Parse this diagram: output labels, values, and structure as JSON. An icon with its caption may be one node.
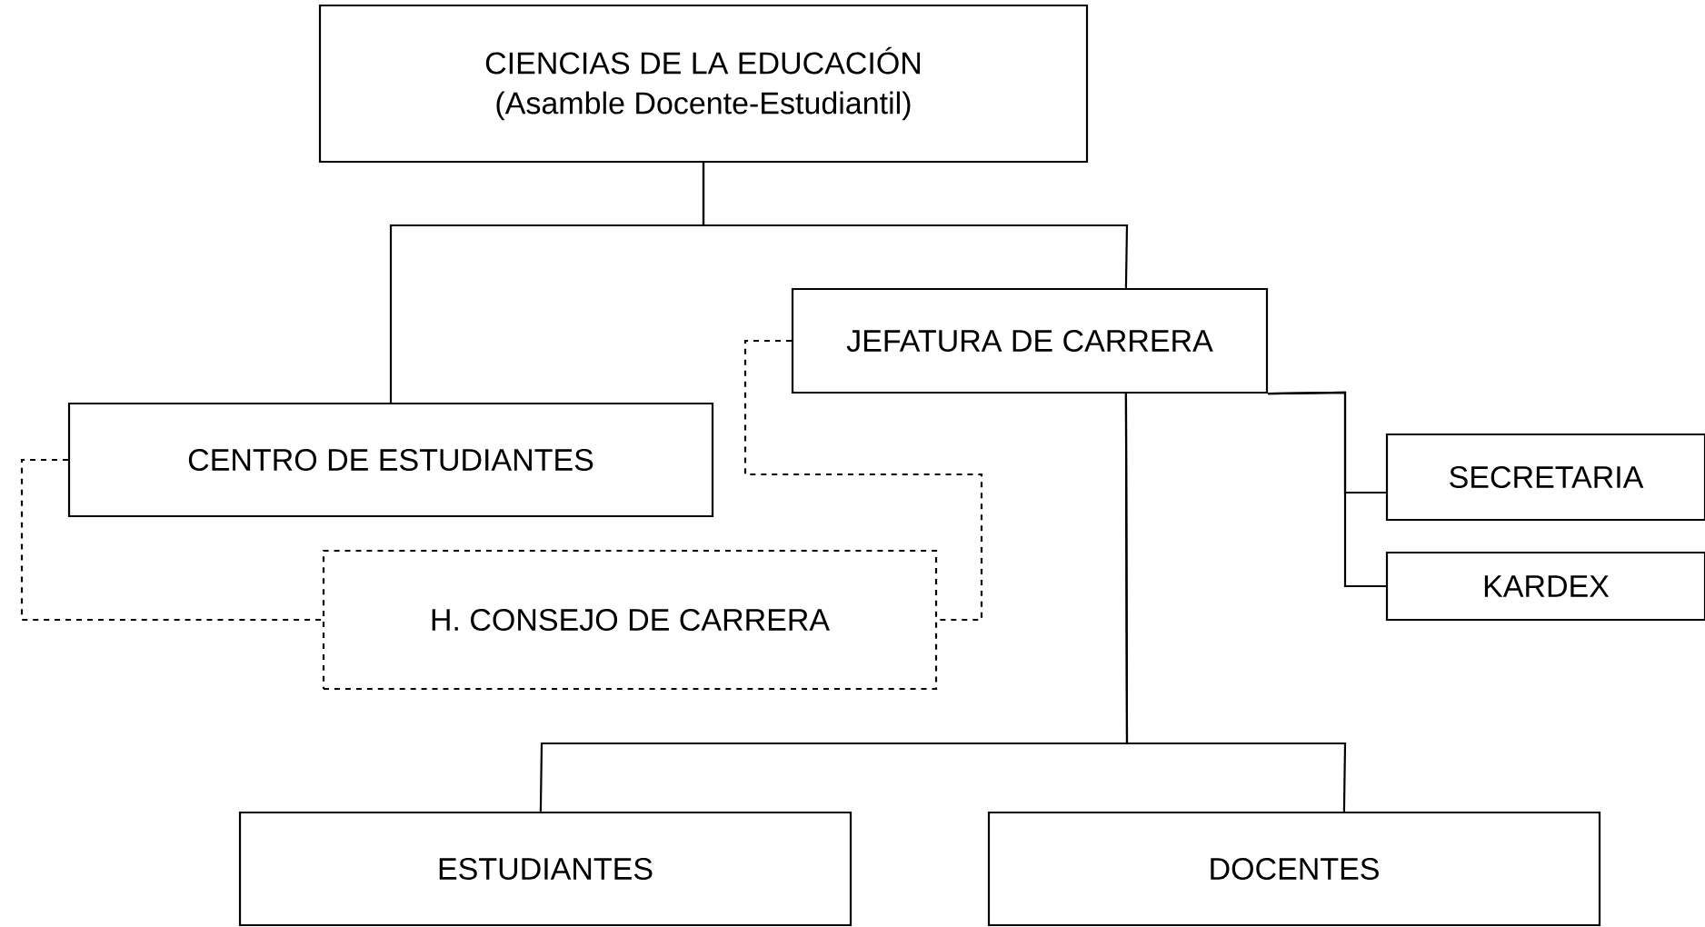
{
  "diagram": {
    "nodes": [
      {
        "text": [
          "CIENCIAS DE LA EDUCACIÓN",
          "(Asamble Docente-Estudiantil)"
        ]
      },
      {
        "text": [
          "JEFATURA DE CARRERA"
        ]
      },
      {
        "text": [
          "CENTRO DE ESTUDIANTES"
        ]
      },
      {
        "text": [
          "H. CONSEJO DE CARRERA"
        ]
      },
      {
        "text": [
          "SECRETARIA"
        ]
      },
      {
        "text": [
          "KARDEX"
        ]
      },
      {
        "text": [
          "ESTUDIANTES"
        ]
      },
      {
        "text": [
          "DOCENTES"
        ]
      }
    ],
    "edges": [
      {
        "from": 0,
        "to": 2,
        "arrow": "none"
      },
      {
        "from": 0,
        "to": 1,
        "arrow": "none"
      },
      {
        "from": 1,
        "to": 4,
        "arrow": "none"
      },
      {
        "from": 1,
        "to": 5,
        "arrow": "none"
      },
      {
        "from": 1,
        "to": 6,
        "arrow": "none"
      },
      {
        "from": 1,
        "to": 7,
        "arrow": "none"
      },
      {
        "from": 1,
        "to": 3,
        "arrow": "none",
        "style": "dashed"
      },
      {
        "from": 2,
        "to": 3,
        "arrow": "none",
        "style": "dashed"
      }
    ]
  }
}
